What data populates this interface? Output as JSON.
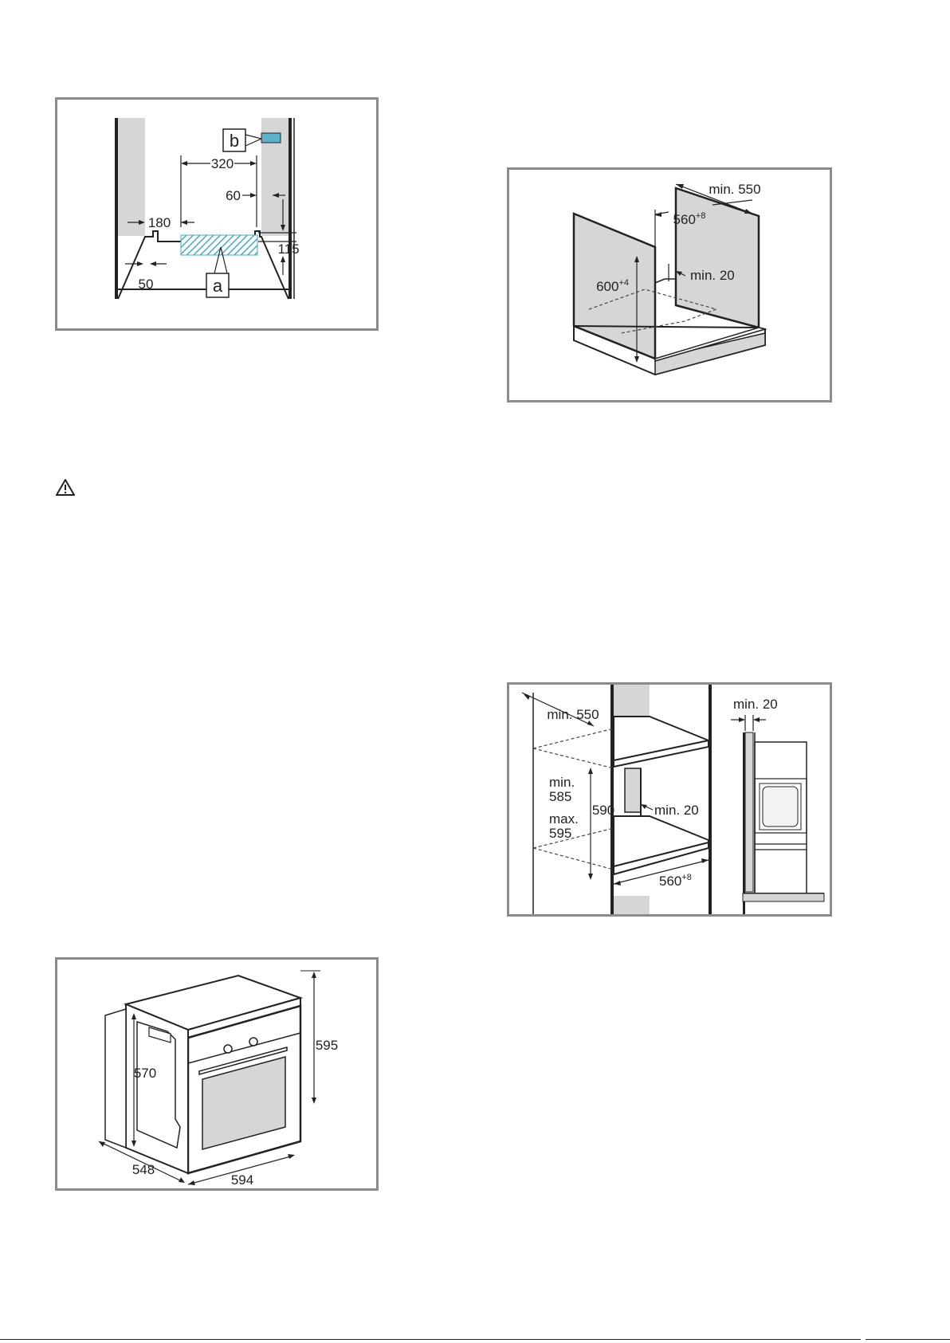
{
  "figure1": {
    "dims": {
      "d320": "320",
      "d60": "60",
      "d180": "180",
      "d115": "115",
      "d50": "50"
    },
    "labels": {
      "a": "a",
      "b": "b"
    },
    "colors": {
      "hatch": "#4aa8c4",
      "bracket": "#5bb0cc"
    }
  },
  "figure2": {
    "dims": {
      "depth": "min. 550",
      "width_base": "560",
      "width_sup": "+8",
      "height_base": "600",
      "height_sup": "+4",
      "gap": "min. 20"
    }
  },
  "figure3": {
    "dims": {
      "depth": "min. 550",
      "min_label": "min.",
      "min_val": "585",
      "max_label": "max.",
      "max_val": "595",
      "height": "590",
      "gap": "min. 20",
      "width_base": "560",
      "width_sup": "+8",
      "side_gap": "min. 20"
    }
  },
  "figure4": {
    "dims": {
      "height": "595",
      "inner": "570",
      "depth": "548",
      "width": "594"
    }
  },
  "warning_icon": "warning-triangle-icon"
}
